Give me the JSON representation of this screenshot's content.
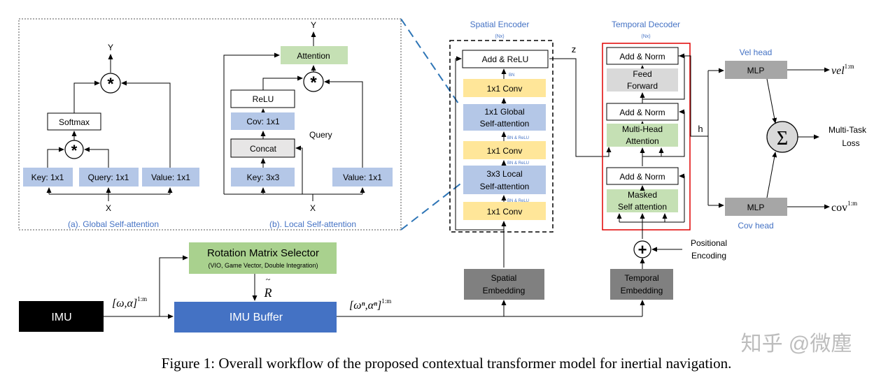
{
  "colors": {
    "blue_box": "#b4c7e7",
    "green_box": "#c5e0b4",
    "yellow_box": "#ffe699",
    "gray_box": "#808080",
    "light_gray_box": "#d9d9d9",
    "concat_box": "#e7e6e6",
    "imu": "#000000",
    "buffer": "#4472c4",
    "label_blue": "#4472c4",
    "red_frame": "#e00000"
  },
  "global_sa": {
    "y_label": "Y",
    "x_label": "X",
    "softmax": "Softmax",
    "key": "Key: 1x1",
    "query": "Query: 1x1",
    "value": "Value: 1x1",
    "caption": "(a). Global Self-attention"
  },
  "local_sa": {
    "y_label": "Y",
    "x_label": "X",
    "attention": "Attention",
    "relu": "ReLU",
    "cov": "Cov: 1x1",
    "concat": "Concat",
    "query_label": "Query",
    "key": "Key: 3x3",
    "value": "Value: 1x1",
    "caption": "(b). Local Self-attention"
  },
  "spatial_encoder": {
    "title": "Spatial Encoder",
    "nx": "(Nx)",
    "add_relu": "Add & ReLU",
    "bn": "BN",
    "conv_top": "1x1 Conv",
    "global_sa_1": "1x1 Global",
    "global_sa_2": "Self-attention",
    "bn_relu_1": "BN & ReLU",
    "conv_mid": "1x1 Conv",
    "bn_relu_2": "BN & ReLU",
    "local_sa_1": "3x3 Local",
    "local_sa_2": "Self-attention",
    "bn_relu_3": "BN & ReLU",
    "conv_bot": "1x1 Conv",
    "z_label": "z"
  },
  "temporal_decoder": {
    "title": "Temporal Decoder",
    "nx": "(Nx)",
    "add_norm_1": "Add & Norm",
    "ff_1": "Feed",
    "ff_2": "Forward",
    "add_norm_2": "Add & Norm",
    "mha_1": "Multi-Head",
    "mha_2": "Attention",
    "add_norm_3": "Add & Norm",
    "msa_1": "Masked",
    "msa_2": "Self attention",
    "h_label": "h"
  },
  "heads": {
    "vel_head": "Vel head",
    "cov_head": "Cov head",
    "mlp": "MLP",
    "vel_out": "vel",
    "vel_sup": "1:m",
    "cov_out": "cov",
    "cov_sup": "1:m",
    "sigma": "Σ",
    "loss_1": "Multi-Task",
    "loss_2": "Loss"
  },
  "pipeline": {
    "imu": "IMU",
    "imu_buffer": "IMU Buffer",
    "rot_title": "Rotation Matrix Selector",
    "rot_sub": "(VIO, Game Vector, Double Integration)",
    "r_tilde": "R",
    "tilde": "~",
    "input_label": "[ω,α]",
    "input_sup": "1:m",
    "norm_label": "[ωⁿ,αⁿ]",
    "norm_sup": "1:m",
    "spatial_emb_1": "Spatial",
    "spatial_emb_2": "Embedding",
    "temporal_emb_1": "Temporal",
    "temporal_emb_2": "Embedding",
    "pos_enc_1": "Positional",
    "pos_enc_2": "Encoding"
  },
  "watermark": "知乎 @微塵",
  "figure_caption": "Figure 1: Overall workflow of the proposed contextual transformer model for inertial navigation."
}
